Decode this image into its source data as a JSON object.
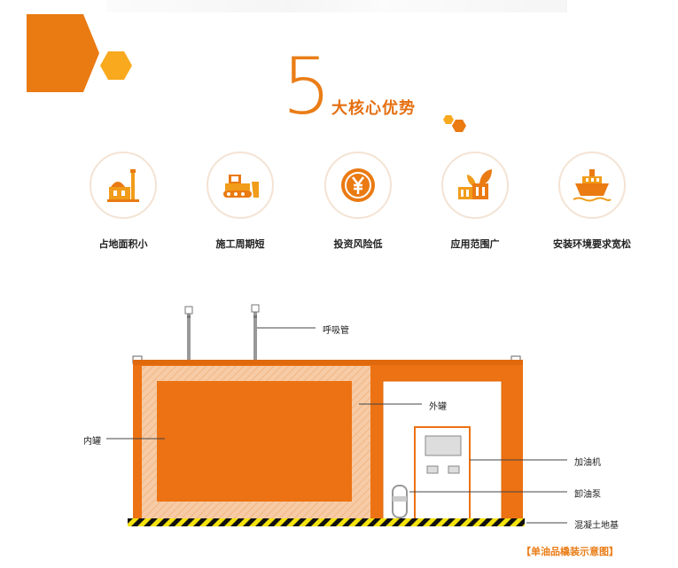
{
  "headline": {
    "number": "5",
    "title": "大核心优势"
  },
  "advantages": [
    {
      "label": "占地面积小",
      "icon": "mosque-building-icon"
    },
    {
      "label": "施工周期短",
      "icon": "bulldozer-icon"
    },
    {
      "label": "投资风险低",
      "icon": "yen-coin-icon"
    },
    {
      "label": "应用范围广",
      "icon": "factory-leaf-icon"
    },
    {
      "label": "安装环境要求宽松",
      "icon": "ship-icon"
    }
  ],
  "diagram": {
    "labels": {
      "breather": "呼吸管",
      "outer_tank": "外罐",
      "inner_tank": "内罐",
      "dispenser": "加油机",
      "unload_pump": "卸油泵",
      "foundation": "混凝土地基"
    },
    "caption": "【单油品橇装示意图】"
  },
  "colors": {
    "accent": "#ea7d17",
    "accent_dark": "#e0690e",
    "accent_light": "#f7a21b"
  }
}
